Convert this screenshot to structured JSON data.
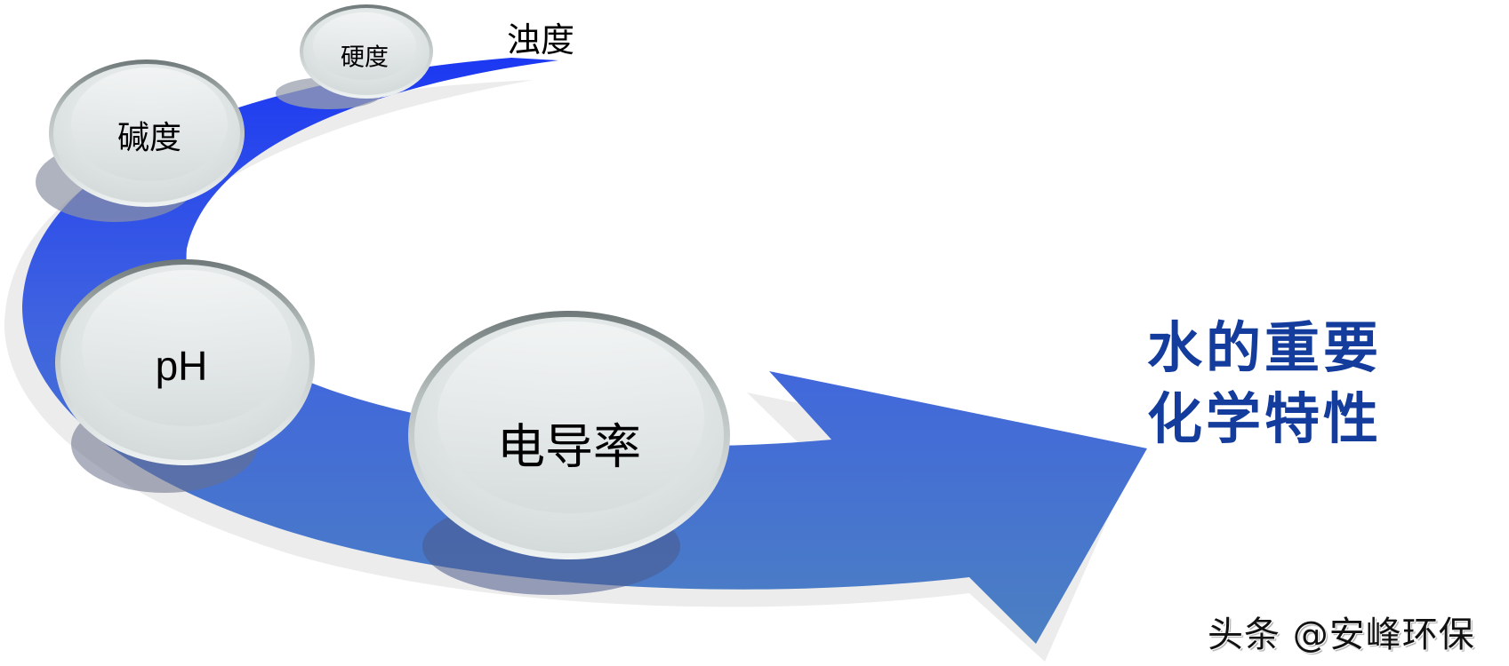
{
  "diagram": {
    "title": {
      "line1": "水的重要",
      "line2": "化学特性",
      "color": "#143c9c"
    },
    "items": [
      {
        "id": "turbidity",
        "label": "浊度",
        "style": "plain-text"
      },
      {
        "id": "hardness",
        "label": "硬度",
        "style": "bubble-small"
      },
      {
        "id": "alkalinity",
        "label": "碱度",
        "style": "bubble-medium"
      },
      {
        "id": "ph",
        "label": "pH",
        "style": "bubble-large"
      },
      {
        "id": "conductivity",
        "label": "电导率",
        "style": "bubble-xlarge"
      }
    ],
    "arrow": {
      "color_start": "#1f3ff0",
      "color_end": "#4a7fc4",
      "shadow_color": "#ececec",
      "direction": "curved-right"
    },
    "bubble_fill": "#dfe3e3",
    "watermark": "头条 @安峰环保"
  }
}
